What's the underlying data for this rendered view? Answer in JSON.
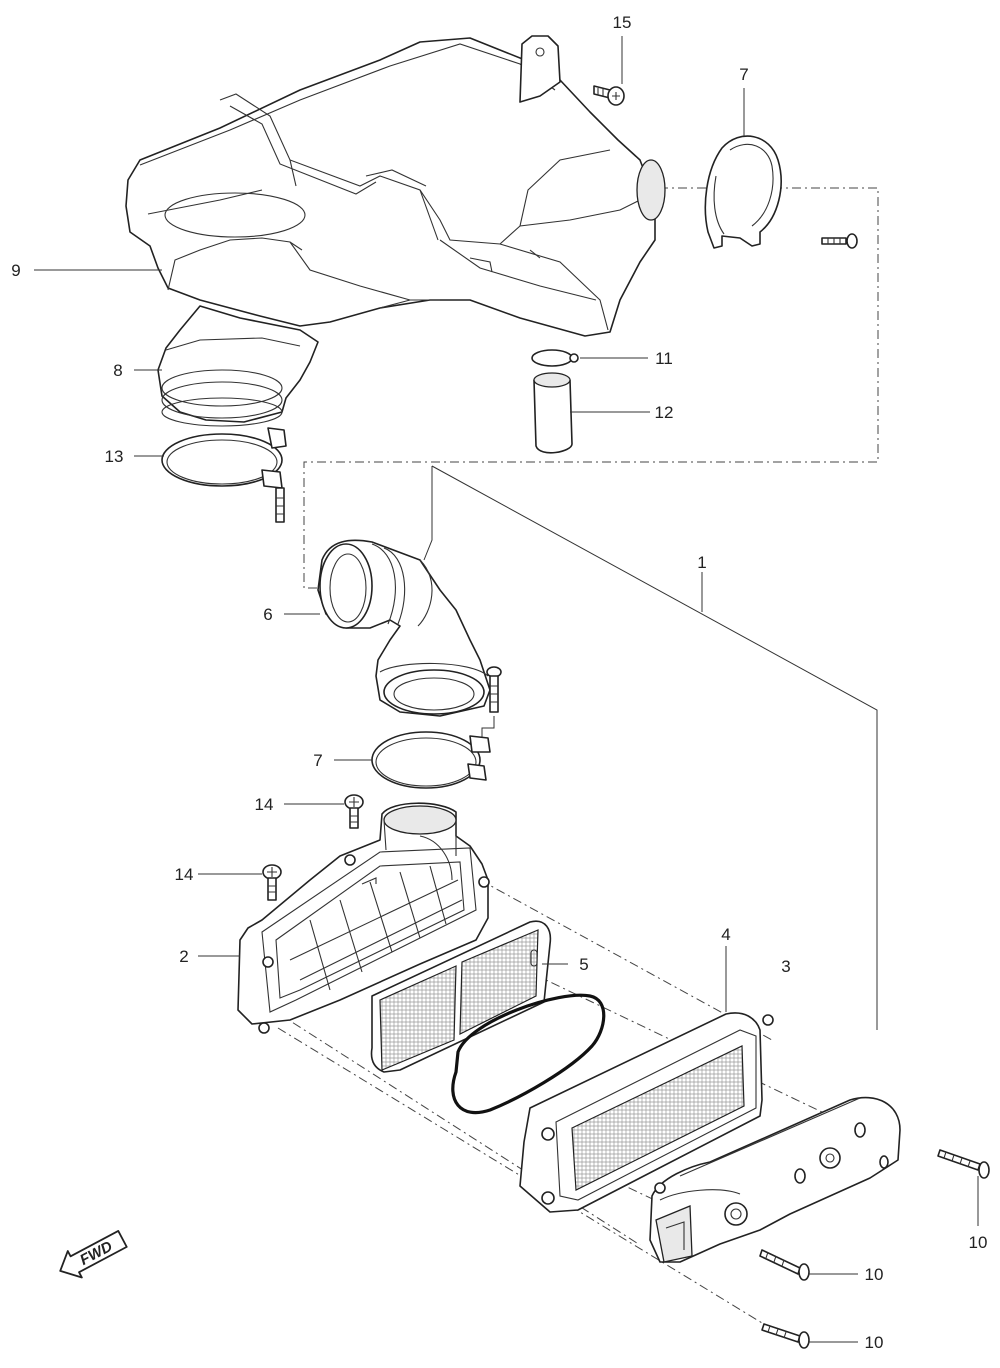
{
  "callouts": {
    "c15": "15",
    "c7a": "7",
    "c9": "9",
    "c11": "11",
    "c8": "8",
    "c12": "12",
    "c13": "13",
    "c1": "1",
    "c6": "6",
    "c7b": "7",
    "c14a": "14",
    "c14b": "14",
    "c2": "2",
    "c5": "5",
    "c4": "4",
    "c3": "3",
    "c10a": "10",
    "c10b": "10",
    "c10c": "10"
  },
  "direction": {
    "label": "FWD"
  }
}
